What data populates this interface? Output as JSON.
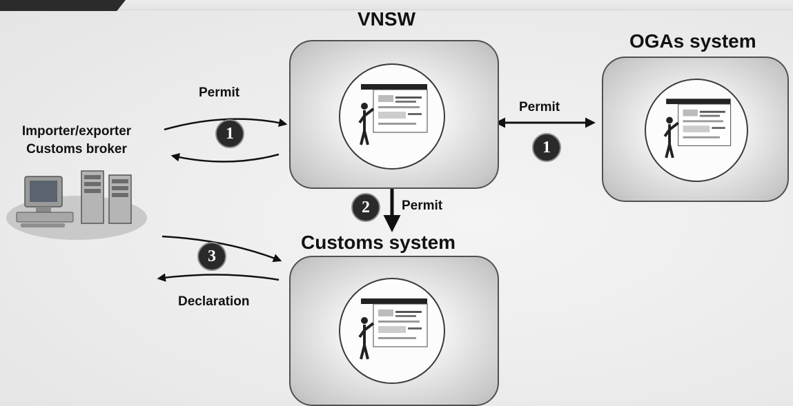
{
  "nodes": {
    "vnsw": {
      "label": "VNSW"
    },
    "ogas": {
      "label": "OGAs system"
    },
    "customs": {
      "label": "Customs system"
    },
    "importer": {
      "line1": "Importer/exporter",
      "line2": "Customs broker"
    }
  },
  "flows": {
    "importer_vnsw": {
      "label": "Permit",
      "step": "1"
    },
    "vnsw_ogas": {
      "label": "Permit",
      "step": "1"
    },
    "vnsw_customs": {
      "label": "Permit",
      "step": "2"
    },
    "importer_customs": {
      "label": "Declaration",
      "step": "3"
    }
  }
}
